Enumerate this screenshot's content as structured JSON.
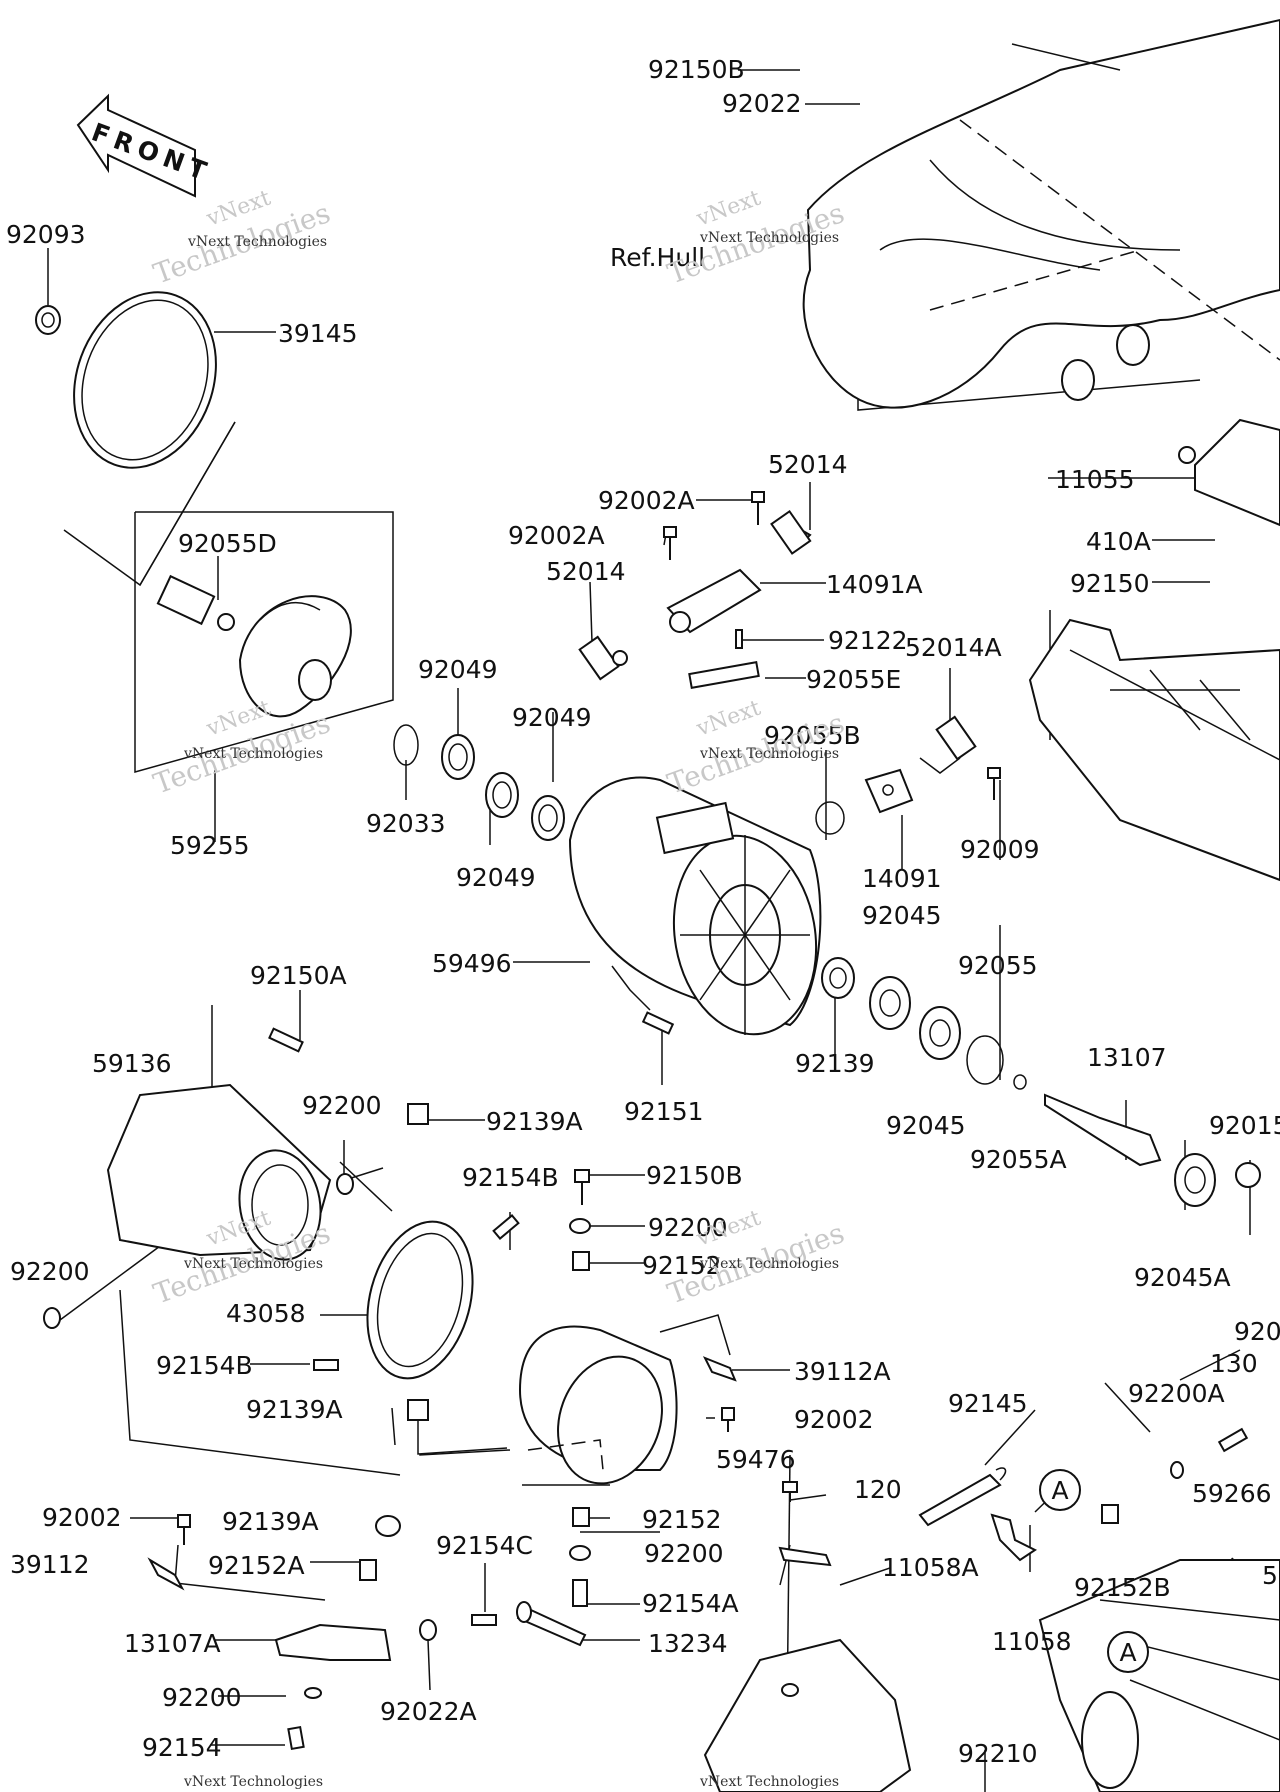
{
  "diagram": {
    "front_arrow": "FRONT",
    "ref_label": "Ref.Hull",
    "watermark": {
      "line1": "vNext",
      "line2": "Technologies",
      "small": "vNext Technologies"
    },
    "callouts": {
      "A": "A"
    },
    "labels": [
      {
        "id": "92150B_top",
        "text": "92150B"
      },
      {
        "id": "92022_top",
        "text": "92022"
      },
      {
        "id": "92093",
        "text": "92093"
      },
      {
        "id": "39145",
        "text": "39145"
      },
      {
        "id": "92055D",
        "text": "92055D"
      },
      {
        "id": "59255",
        "text": "59255"
      },
      {
        "id": "52014_top",
        "text": "52014"
      },
      {
        "id": "92002A_1",
        "text": "92002A"
      },
      {
        "id": "92002A_2",
        "text": "92002A"
      },
      {
        "id": "52014_left",
        "text": "52014"
      },
      {
        "id": "14091A",
        "text": "14091A"
      },
      {
        "id": "92122",
        "text": "92122"
      },
      {
        "id": "92055E",
        "text": "92055E"
      },
      {
        "id": "11055",
        "text": "11055"
      },
      {
        "id": "410A",
        "text": "410A"
      },
      {
        "id": "92150",
        "text": "92150"
      },
      {
        "id": "52014A",
        "text": "52014A"
      },
      {
        "id": "92049_1",
        "text": "92049"
      },
      {
        "id": "92049_2",
        "text": "92049"
      },
      {
        "id": "92049_3",
        "text": "92049"
      },
      {
        "id": "92033",
        "text": "92033"
      },
      {
        "id": "92055B",
        "text": "92055B"
      },
      {
        "id": "14091",
        "text": "14091"
      },
      {
        "id": "92009",
        "text": "92009"
      },
      {
        "id": "92045_1",
        "text": "92045"
      },
      {
        "id": "92055",
        "text": "92055"
      },
      {
        "id": "59496",
        "text": "59496"
      },
      {
        "id": "92139",
        "text": "92139"
      },
      {
        "id": "92045_2",
        "text": "92045"
      },
      {
        "id": "92055A",
        "text": "92055A"
      },
      {
        "id": "13107",
        "text": "13107"
      },
      {
        "id": "92015",
        "text": "92015"
      },
      {
        "id": "92045A",
        "text": "92045A"
      },
      {
        "id": "92150A",
        "text": "92150A"
      },
      {
        "id": "92151",
        "text": "92151"
      },
      {
        "id": "59136",
        "text": "59136"
      },
      {
        "id": "92200_1",
        "text": "92200"
      },
      {
        "id": "92139A_1",
        "text": "92139A"
      },
      {
        "id": "92154B_1",
        "text": "92154B"
      },
      {
        "id": "92150B_mid",
        "text": "92150B"
      },
      {
        "id": "92200_2",
        "text": "92200"
      },
      {
        "id": "92152_1",
        "text": "92152"
      },
      {
        "id": "92200_left",
        "text": "92200"
      },
      {
        "id": "43058",
        "text": "43058"
      },
      {
        "id": "92154B_2",
        "text": "92154B"
      },
      {
        "id": "39112A",
        "text": "39112A"
      },
      {
        "id": "920_right",
        "text": "920"
      },
      {
        "id": "130",
        "text": "130"
      },
      {
        "id": "92139A_2",
        "text": "92139A"
      },
      {
        "id": "92002_1",
        "text": "92002"
      },
      {
        "id": "92145",
        "text": "92145"
      },
      {
        "id": "92200A",
        "text": "92200A"
      },
      {
        "id": "59476",
        "text": "59476"
      },
      {
        "id": "120",
        "text": "120"
      },
      {
        "id": "59266",
        "text": "59266"
      },
      {
        "id": "92002_2",
        "text": "92002"
      },
      {
        "id": "92139A_3",
        "text": "92139A"
      },
      {
        "id": "92152_2",
        "text": "92152"
      },
      {
        "id": "39112",
        "text": "39112"
      },
      {
        "id": "92152A",
        "text": "92152A"
      },
      {
        "id": "92154C",
        "text": "92154C"
      },
      {
        "id": "92200_3",
        "text": "92200"
      },
      {
        "id": "11058A",
        "text": "11058A"
      },
      {
        "id": "92152B",
        "text": "92152B"
      },
      {
        "id": "92154A",
        "text": "92154A"
      },
      {
        "id": "13107A",
        "text": "13107A"
      },
      {
        "id": "13234",
        "text": "13234"
      },
      {
        "id": "11058",
        "text": "11058"
      },
      {
        "id": "92200_4",
        "text": "92200"
      },
      {
        "id": "92022A",
        "text": "92022A"
      },
      {
        "id": "92154",
        "text": "92154"
      },
      {
        "id": "92210",
        "text": "92210"
      },
      {
        "id": "5_right",
        "text": "5"
      }
    ]
  }
}
